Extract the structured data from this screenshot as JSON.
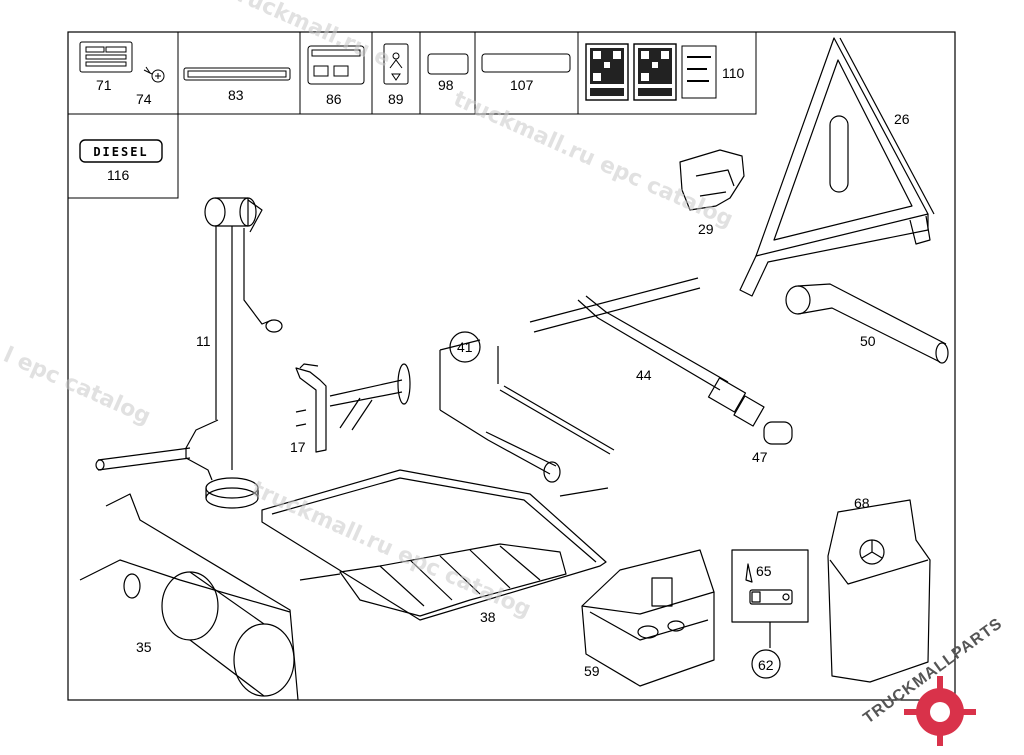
{
  "header_boxes": [
    {
      "part": "71"
    },
    {
      "part": "74"
    },
    {
      "part": "83"
    },
    {
      "part": "86"
    },
    {
      "part": "89"
    },
    {
      "part": "98"
    },
    {
      "part": "107"
    },
    {
      "part": "110"
    }
  ],
  "diesel_box": {
    "plate_text": "DIESEL",
    "part": "116"
  },
  "parts": {
    "p11": "11",
    "p17": "17",
    "p26": "26",
    "p29": "29",
    "p35": "35",
    "p38": "38",
    "p41": "41",
    "p44": "44",
    "p47": "47",
    "p50": "50",
    "p59": "59",
    "p62": "62",
    "p65": "65",
    "p68": "68"
  },
  "watermark": {
    "text1": "truckmall.ru epc catalog",
    "text2": "truckmall.ru epc catalog",
    "text3": "l epc catalog",
    "text4": "ruckmall.ru e",
    "logo": "TRUCKMALLPARTS"
  },
  "colors": {
    "line": "#000000",
    "watermark": "#c9c9c9",
    "logo_red": "#d9324a"
  }
}
